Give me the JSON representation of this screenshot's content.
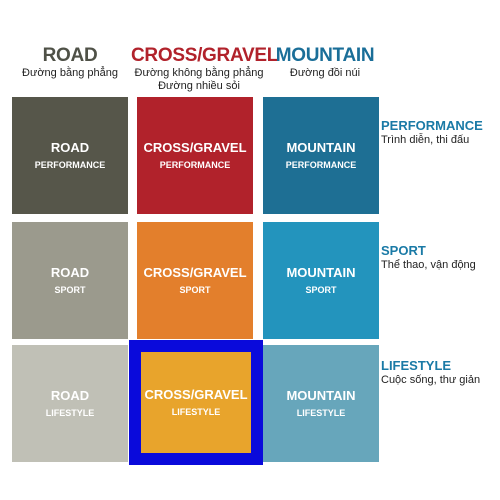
{
  "columns": [
    {
      "title": "ROAD",
      "subtitle": "Đường bằng phẳng",
      "color": "#4f5147"
    },
    {
      "title": "CROSS/GRAVEL",
      "subtitle": "Đường không bằng phẳng",
      "subtitle2": "Đường nhiều sỏi",
      "color": "#b1222b"
    },
    {
      "title": "MOUNTAIN",
      "subtitle": "Đường đồi núi",
      "color": "#1a6e98"
    }
  ],
  "rows": [
    {
      "title": "PERFORMANCE",
      "subtitle": "Trình diễn, thi đấu"
    },
    {
      "title": "SPORT",
      "subtitle": "Thể thao, vận động"
    },
    {
      "title": "LIFESTYLE",
      "subtitle": "Cuộc sống, thư giản"
    }
  ],
  "tiles": [
    [
      {
        "title": "ROAD",
        "sub": "PERFORMANCE",
        "color": "#56564a"
      },
      {
        "title": "CROSS/GRAVEL",
        "sub": "PERFORMANCE",
        "color": "#b1222b"
      },
      {
        "title": "MOUNTAIN",
        "sub": "PERFORMANCE",
        "color": "#1e6f94"
      }
    ],
    [
      {
        "title": "ROAD",
        "sub": "SPORT",
        "color": "#9b9a8d"
      },
      {
        "title": "CROSS/GRAVEL",
        "sub": "SPORT",
        "color": "#e37f2c"
      },
      {
        "title": "MOUNTAIN",
        "sub": "SPORT",
        "color": "#2394bd"
      }
    ],
    [
      {
        "title": "ROAD",
        "sub": "LIFESTYLE",
        "color": "#c0c0b6"
      },
      {
        "title": "CROSS/GRAVEL",
        "sub": "LIFESTYLE",
        "color": "#e8a42c"
      },
      {
        "title": "MOUNTAIN",
        "sub": "LIFESTYLE",
        "color": "#67a6bb"
      }
    ]
  ],
  "selected": {
    "row": 2,
    "col": 1,
    "frame_color": "#0a0adb"
  },
  "row_title_color": "#1a7aa6"
}
